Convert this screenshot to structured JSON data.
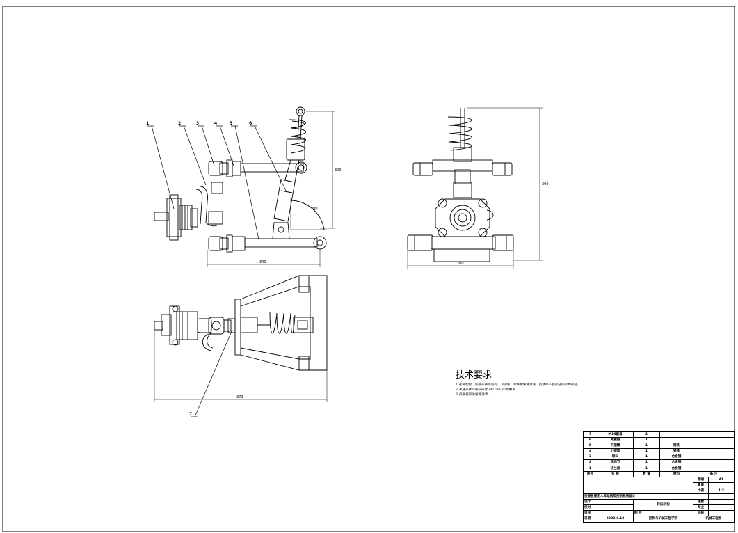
{
  "balloons": [
    "1",
    "2",
    "3",
    "4",
    "5",
    "6",
    "7"
  ],
  "dimensions": {
    "front_width": "340",
    "front_height": "300",
    "side_width": "280",
    "side_height": "300",
    "top_width": "372",
    "angle": "45°"
  },
  "tech_requirements": {
    "title": "技术要求",
    "lines": [
      "1.在装配前，应除去表面毛刺、飞边等，零件用煤油清洗，机体内不能有任何杂质存在。",
      "2.未注形状公差应符合GB1184-80的要求",
      "3.机架表面涂防腐油漆。"
    ]
  },
  "title_block": {
    "parts": [
      {
        "no": "7",
        "name": "M16螺母",
        "qty": "2",
        "material": "",
        "note": ""
      },
      {
        "no": "6",
        "name": "减震器",
        "qty": "1",
        "material": "",
        "note": ""
      },
      {
        "no": "5",
        "name": "下摆臂",
        "qty": "1",
        "material": "钢铁",
        "note": ""
      },
      {
        "no": "4",
        "name": "上摆臂",
        "qty": "1",
        "material": "钢铁",
        "note": ""
      },
      {
        "no": "3",
        "name": "球头",
        "qty": "1",
        "material": "合金钢",
        "note": ""
      },
      {
        "no": "2",
        "name": "转向节",
        "qty": "1",
        "material": "合金钢",
        "note": ""
      },
      {
        "no": "1",
        "name": "法兰盘",
        "qty": "1",
        "material": "合金钢",
        "note": ""
      }
    ],
    "header": {
      "no": "序号",
      "name": "名  称",
      "qty": "数 量",
      "material": "材料",
      "note": "备  注"
    },
    "labels": {
      "sheet": "图幅",
      "sheet_value": "A1",
      "weight": "重量",
      "scale": "比例",
      "scale_value": "1:2",
      "project": "快递投递无人车结构及控制系统设计",
      "design": "设计",
      "proofread": "校对",
      "review": "审核",
      "date": "日期",
      "date_value": "2022.6.10",
      "drawing_no": "图  号",
      "part_name": "转向机构",
      "count": "张数",
      "major": "专业",
      "class": "班级",
      "school": "控制与机械工程学院",
      "dept": "机械工程系"
    }
  }
}
